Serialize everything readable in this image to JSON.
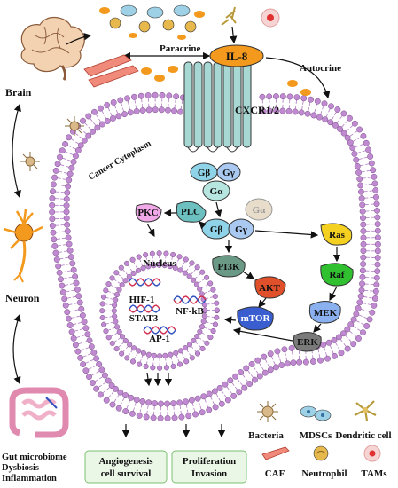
{
  "labels": {
    "il8": "IL-8",
    "paracrine": "Paracrine",
    "autocrine": "Autocrine",
    "receptor": "CXCR1/2",
    "cytoplasm": "Cancer Cytoplasm",
    "brain": "Brain",
    "neuron": "Neuron",
    "gut_line1": "Gut microbiome",
    "gut_line2": "Dysbiosis",
    "gut_line3": "Inflammation",
    "nucleus": "Nucleus"
  },
  "proteins": {
    "g_beta_top": "Gβ",
    "g_gamma_top": "Gγ",
    "g_alpha_top": "Gα",
    "g_alpha_free": "Gα",
    "g_beta_mid": "Gβ",
    "g_gamma_mid": "Gγ",
    "pkc": "PKC",
    "plc": "PLC",
    "pi3k": "PI3K",
    "akt": "AKT",
    "mtor": "mTOR",
    "ras": "Ras",
    "raf": "Raf",
    "mek": "MEK",
    "erk": "ERK"
  },
  "transcription_factors": {
    "hif1": "HIF-1",
    "nfkb": "NF-kB",
    "stat3": "STAT3",
    "ap1": "AP-1"
  },
  "outcomes": {
    "box1_line1": "Angiogenesis",
    "box1_line2": "cell survival",
    "box2_line1": "Proliferation",
    "box2_line2": "Invasion"
  },
  "legend": {
    "bacteria": "Bacteria",
    "mdscs": "MDSCs",
    "dendritic": "Dendritic cell",
    "caf": "CAF",
    "neutrophil": "Neutrophil",
    "tams": "TAMs"
  },
  "colors": {
    "membrane": "#c08ad0",
    "il8": "#f39a1e",
    "receptor": "#a8d8d4",
    "g_beta": "#8fd3e8",
    "g_gamma": "#a9c9f0",
    "g_alpha": "#b7e6e0",
    "g_alpha_free": "#e8dccb",
    "pkc": "#f0a8e8",
    "plc": "#6cc0c0",
    "pi3k": "#6a9a86",
    "akt": "#e0502a",
    "mtor": "#3a5ed0",
    "ras": "#f4d020",
    "raf": "#30c030",
    "mek": "#8ab0f0",
    "erk": "#7a7a7a",
    "outcome_box": "#eaf6e6"
  }
}
